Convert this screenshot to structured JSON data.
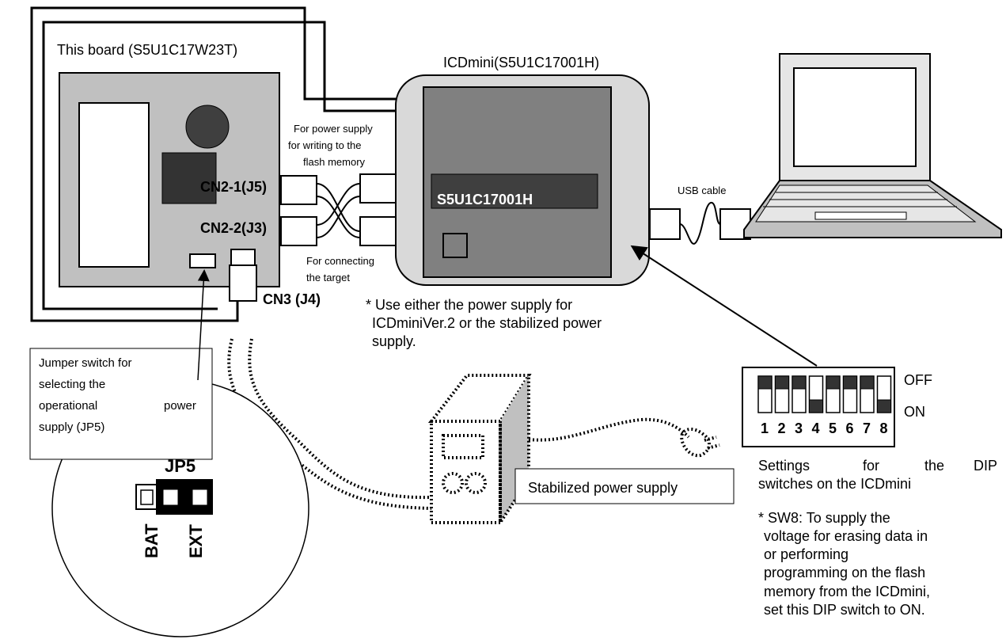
{
  "labels": {
    "board_title": "This board (S5U1C17W23T)",
    "icd_title": "ICDmini(S5U1C17001H)",
    "icd_chip": "S5U1C17001H",
    "usb_cable": "USB cable",
    "cn2_1": "CN2-1(J5)",
    "cn2_2": "CN2-2(J3)",
    "cn3": "CN3 (J4)",
    "power_note": [
      "For power supply",
      "for writing to the",
      "flash memory"
    ],
    "connect_note": [
      "For connecting",
      "the target"
    ],
    "use_either": [
      "* Use either the power supply for",
      "ICDminiVer.2 or the stabilized power",
      "supply."
    ],
    "jumper_callout": [
      "Jumper switch for",
      "selecting the",
      "operational",
      "power",
      "supply (JP5)"
    ],
    "jp5": "JP5",
    "bat": "BAT",
    "ext": "EXT",
    "stabilized": "Stabilized power supply",
    "dip_off": "OFF",
    "dip_on": "ON",
    "dip_settings": [
      "Settings",
      "for",
      "the",
      "DIP",
      "switches on the ICDmini"
    ],
    "sw8_note": [
      "* SW8: To supply the",
      "voltage for erasing data in",
      "or performing",
      "programming on the flash",
      "memory from the ICDmini,",
      "set this DIP switch to ON."
    ]
  },
  "dip_switches": [
    {
      "number": "1",
      "state": "OFF"
    },
    {
      "number": "2",
      "state": "OFF"
    },
    {
      "number": "3",
      "state": "OFF"
    },
    {
      "number": "4",
      "state": "ON"
    },
    {
      "number": "5",
      "state": "OFF"
    },
    {
      "number": "6",
      "state": "OFF"
    },
    {
      "number": "7",
      "state": "OFF"
    },
    {
      "number": "8",
      "state": "ON"
    }
  ],
  "colors": {
    "board_fill": "#c0c0c0",
    "icd_outer_fill": "#d9d9d9",
    "icd_inner_fill": "#808080",
    "chip_fill": "#3f3f3f",
    "dark_fill": "#333333",
    "psu_side_fill": "#c0c0c0"
  }
}
